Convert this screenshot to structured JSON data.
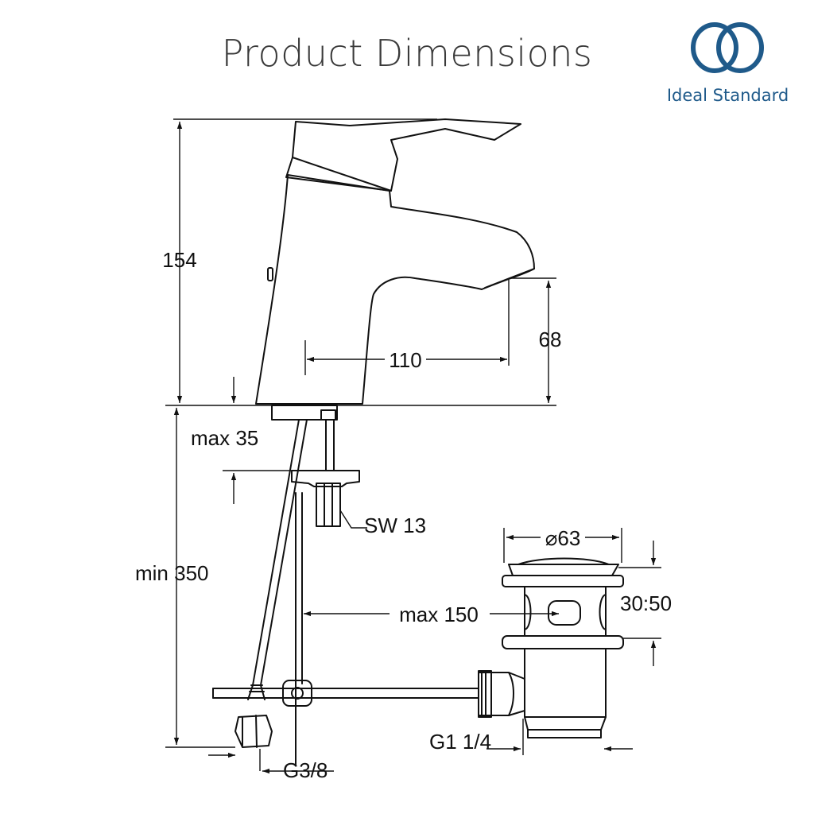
{
  "title": "Product Dimensions",
  "brand": {
    "name": "Ideal Standard",
    "color": "#1f5a8a"
  },
  "dimensions": {
    "height_total": "154",
    "spout_height": "68",
    "spout_reach": "110",
    "max_35": "max 35",
    "min_350": "min 350",
    "sw_13": "SW 13",
    "dia_63": "⌀63",
    "max_150": "max 150",
    "ratio_30_50": "30:50",
    "g1_1_4": "G1 1/4",
    "g3_8": "G3/8"
  }
}
